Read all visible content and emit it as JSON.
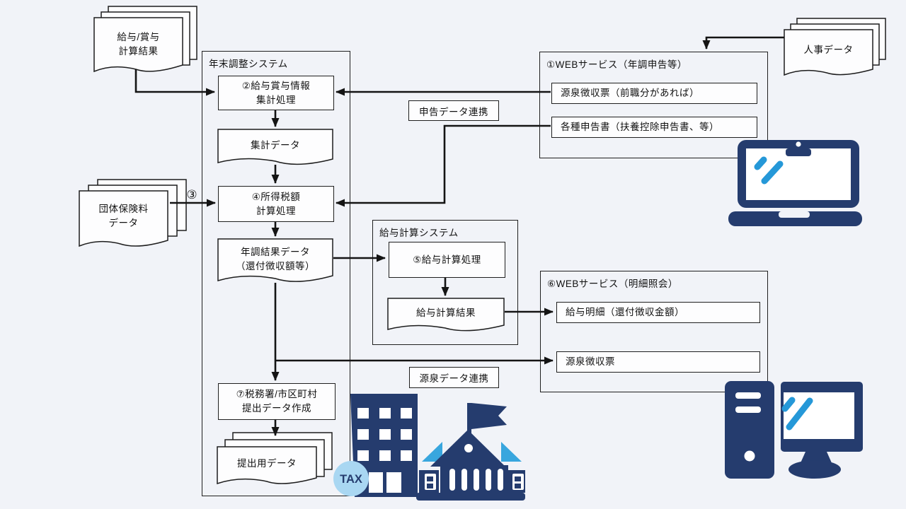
{
  "colors": {
    "background": "#f1f3f8",
    "navy": "#253c6e",
    "light_blue": "#2598d8",
    "roof_blue": "#38a6de",
    "tax_circle_blue": "#a9d7f2",
    "line_black": "#141414"
  },
  "docs": {
    "salary_bonus": "給与/賞与\n計算結果",
    "group_insurance": "団体保険料\nデータ",
    "hr": "人事データ",
    "aggregate": "集計データ",
    "nencho_result": "年調結果データ\n（還付徴収額等）",
    "payroll_result": "給与計算結果",
    "submission": "提出用データ"
  },
  "nencho_system": {
    "title": "年末調整システム",
    "box_salary_aggregation": "②給与賞与情報\n集計処理",
    "box_income_tax_calc": "④所得税額\n計算処理",
    "box_submission_create": "⑦税務署/市区町村\n提出データ作成"
  },
  "payroll_system": {
    "title": "給与計算システム",
    "box_payroll_process": "⑤給与計算処理"
  },
  "web_service_nencho": {
    "title": "①WEBサービス（年調申告等）",
    "item_withholding_slip": "源泉徴収票（前職分があれば）",
    "item_declarations": "各種申告書（扶養控除申告書、等）"
  },
  "web_service_meisai": {
    "title": "⑥WEBサービス（明細照会）",
    "item_payslip": "給与明細（還付徴収金額）",
    "item_withholding_slip": "源泉徴収票"
  },
  "connector_labels": {
    "declaration_link": "申告データ連携",
    "withholding_link": "源泉データ連携",
    "step3": "③"
  },
  "icons": {
    "tax_badge_label": "TAX"
  }
}
